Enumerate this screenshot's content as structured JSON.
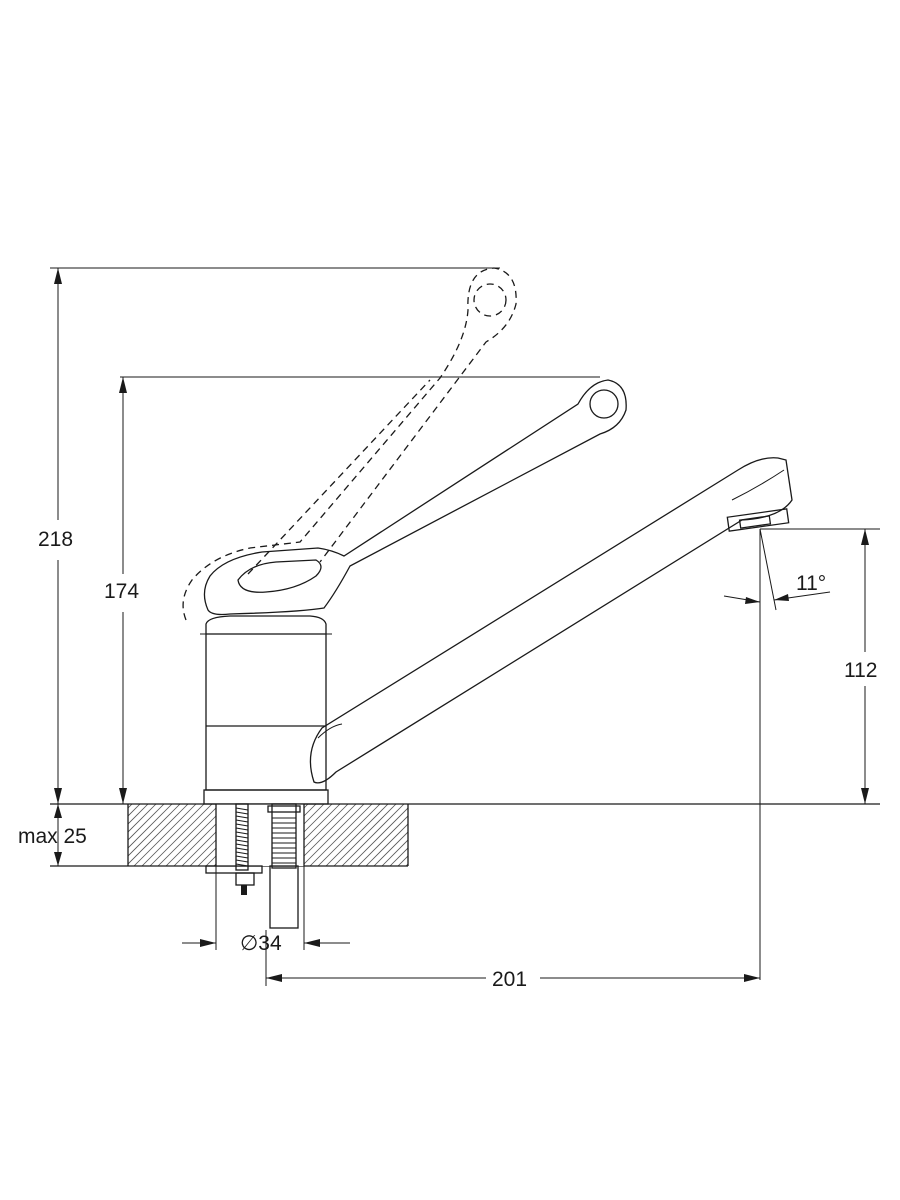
{
  "drawing": {
    "dimensions": {
      "total_height_raised": "218",
      "total_height": "174",
      "spout_height": "112",
      "spout_angle": "11°",
      "counter_thickness": "max 25",
      "mount_diameter": "∅34",
      "spout_reach": "201"
    }
  }
}
